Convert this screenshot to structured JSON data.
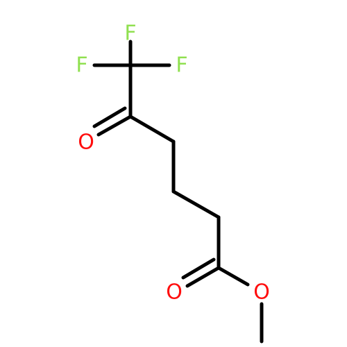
{
  "molecule": {
    "atoms": {
      "f_top": {
        "symbol": "F",
        "color": "#90E050"
      },
      "f_left": {
        "symbol": "F",
        "color": "#90E050"
      },
      "f_right": {
        "symbol": "F",
        "color": "#90E050"
      },
      "o_ketone": {
        "symbol": "O",
        "color": "#FF0D0D"
      },
      "o_carbonyl": {
        "symbol": "O",
        "color": "#FF0D0D"
      },
      "o_ester": {
        "symbol": "O",
        "color": "#FF0D0D"
      }
    }
  }
}
